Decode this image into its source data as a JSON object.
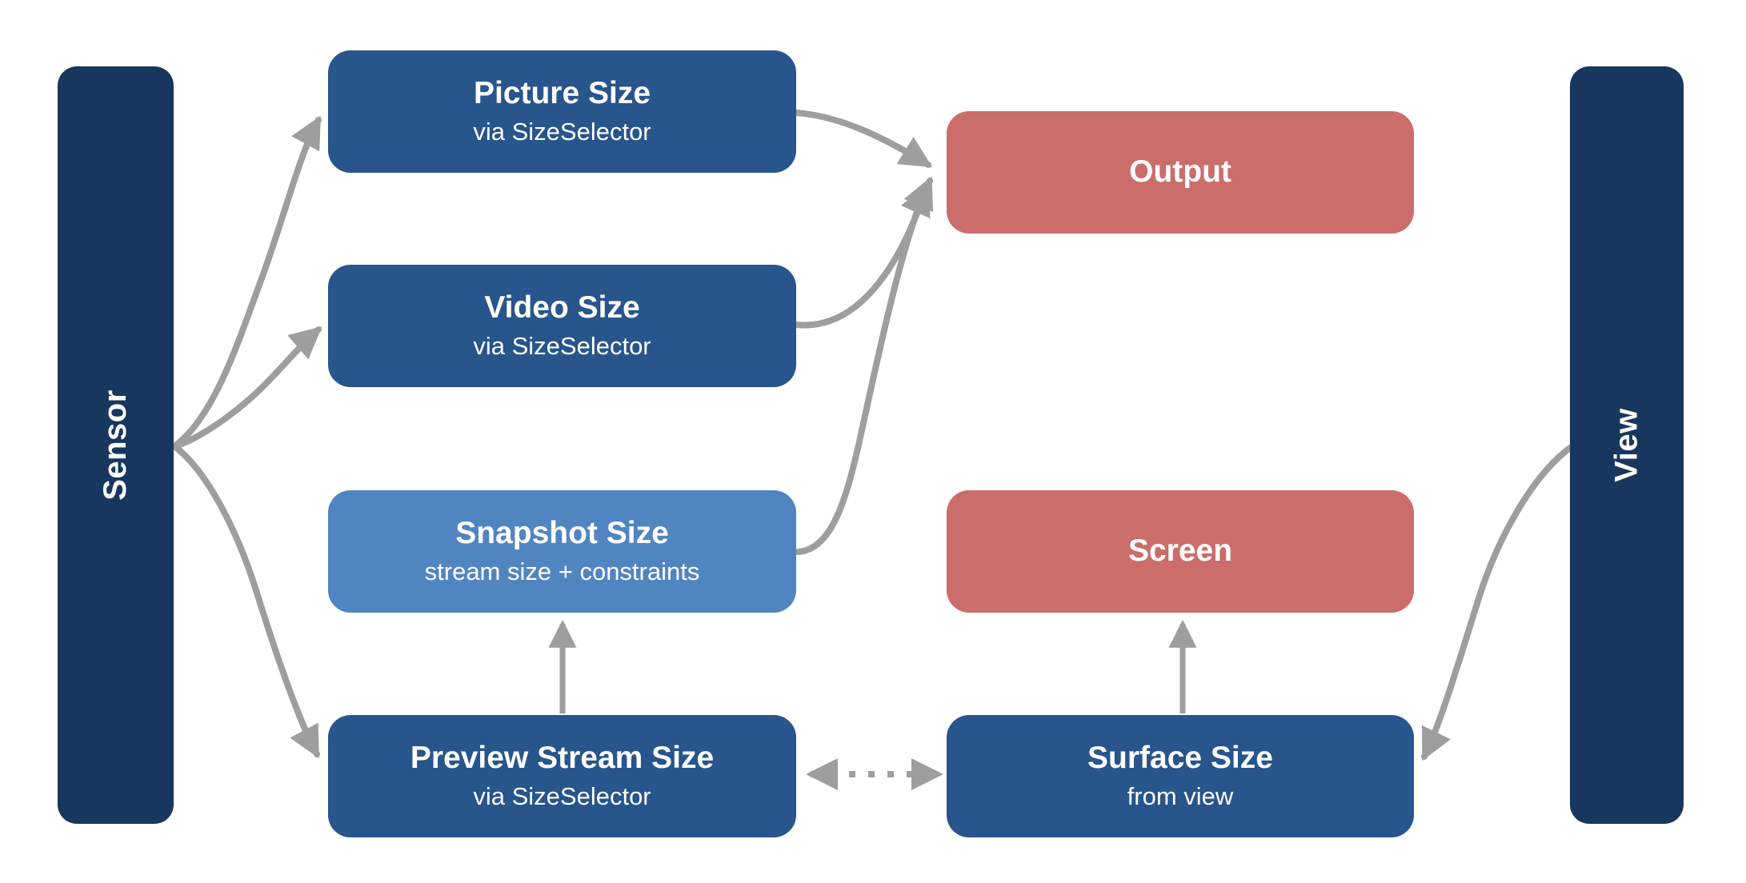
{
  "diagram": {
    "lanes": {
      "sensor": {
        "label": "Sensor"
      },
      "view": {
        "label": "View"
      }
    },
    "nodes": {
      "picture": {
        "title": "Picture Size",
        "subtitle": "via SizeSelector"
      },
      "video": {
        "title": "Video Size",
        "subtitle": "via SizeSelector"
      },
      "snapshot": {
        "title": "Snapshot Size",
        "subtitle": "stream size + constraints"
      },
      "preview": {
        "title": "Preview Stream Size",
        "subtitle": "via SizeSelector"
      },
      "output": {
        "title": "Output"
      },
      "screen": {
        "title": "Screen"
      },
      "surface": {
        "title": "Surface Size",
        "subtitle": "from view"
      }
    },
    "edges": [
      {
        "from": "Sensor",
        "to": "Picture Size",
        "style": "solid-curve"
      },
      {
        "from": "Sensor",
        "to": "Video Size",
        "style": "solid-curve"
      },
      {
        "from": "Sensor",
        "to": "Preview Stream Size",
        "style": "solid-curve"
      },
      {
        "from": "Picture Size",
        "to": "Output",
        "style": "solid-curve"
      },
      {
        "from": "Video Size",
        "to": "Output",
        "style": "solid-curve"
      },
      {
        "from": "Snapshot Size",
        "to": "Output",
        "style": "solid-curve"
      },
      {
        "from": "Preview Stream Size",
        "to": "Snapshot Size",
        "style": "solid-straight"
      },
      {
        "from": "Preview Stream Size",
        "to": "Surface Size",
        "style": "dotted-bidirectional"
      },
      {
        "from": "Surface Size",
        "to": "Screen",
        "style": "solid-straight"
      },
      {
        "from": "View",
        "to": "Surface Size",
        "style": "solid-curve"
      }
    ],
    "colors": {
      "lane": "#18375e",
      "node_blue": "#27558c",
      "node_light_blue": "#5185c2",
      "node_red": "#cb6d6a",
      "arrow": "#9e9e9e",
      "text": "#ffffff",
      "background": "#ffffff"
    }
  }
}
